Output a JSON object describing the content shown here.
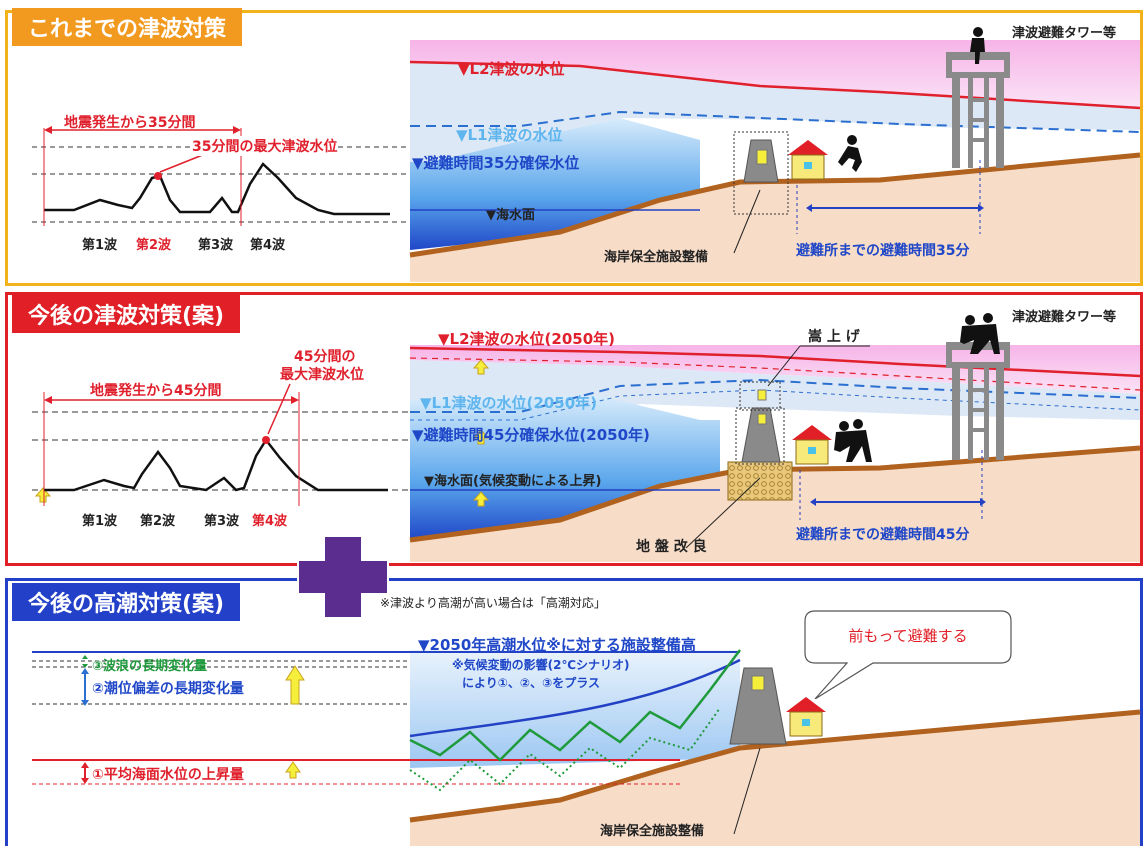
{
  "panel1": {
    "title": "これまでの津波対策",
    "tower_label": "津波避難タワー等",
    "l2_level": "▼L2津波の水位",
    "l1_level": "▼L1津波の水位",
    "evac_level": "▼避難時間35分確保水位",
    "sea_level": "▼海水面",
    "quake_span": "地震発生から35分間",
    "max_level": "35分間の最大津波水位",
    "waves": [
      "第1波",
      "第2波",
      "第3波",
      "第4波"
    ],
    "facility": "海岸保全施設整備",
    "evac_time": "避難所までの避難時間35分"
  },
  "panel2": {
    "title": "今後の津波対策(案)",
    "tower_label": "津波避難タワー等",
    "l2_level": "▼L2津波の水位(2050年)",
    "l1_level": "▼L1津波の水位(2050年)",
    "evac_level": "▼避難時間45分確保水位(2050年)",
    "sea_level": "▼海水面(気候変動による上昇)",
    "quake_span": "地震発生から45分間",
    "max_level_1": "45分間の",
    "max_level_2": "最大津波水位",
    "waves": [
      "第1波",
      "第2波",
      "第3波",
      "第4波"
    ],
    "raise": "嵩 上 げ",
    "ground": "地 盤 改 良",
    "evac_time": "避難所までの避難時間45分"
  },
  "panel3": {
    "title": "今後の高潮対策(案)",
    "note": "※津波より高潮が高い場合は「高潮対応」",
    "level_2050": "▼2050年高潮水位※に対する施設整備高",
    "climate_1": "※気候変動の影響(2℃シナリオ)",
    "climate_2": "により①、②、③をプラス",
    "item3": "③波浪の長期変化量",
    "item2": "②潮位偏差の長期変化量",
    "item1": "①平均海面水位の上昇量",
    "facility": "海岸保全施設整備"
  },
  "callout": "前もって避難する",
  "colors": {
    "panel1_border": "#f2b21a",
    "panel2_border": "#e01f26",
    "panel3_border": "#2340c8",
    "plus": "#5b2d8e"
  }
}
